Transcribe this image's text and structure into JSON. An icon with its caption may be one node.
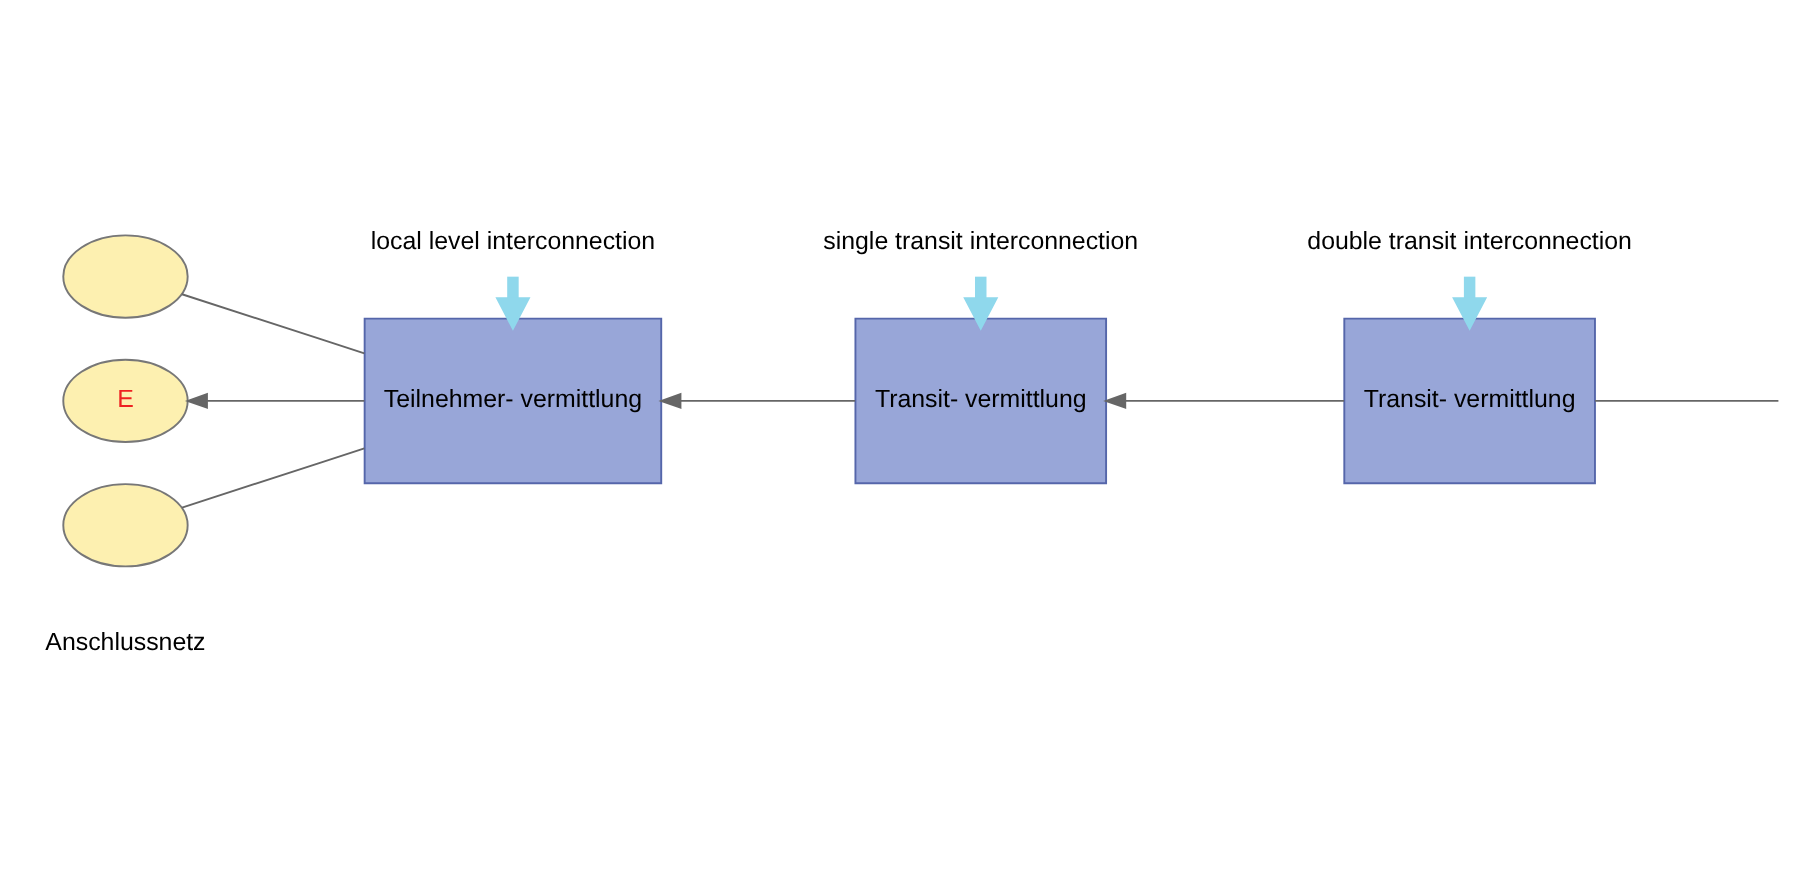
{
  "diagram": {
    "nodes": [
      {
        "text": [],
        "shape": "circle"
      },
      {
        "text": [
          "E"
        ]
      },
      {
        "text": [],
        "shape": "circle"
      },
      {
        "text": [
          "Teilnehmer- vermittlung"
        ]
      },
      {
        "text": [
          "Transit- vermittlung"
        ]
      },
      {
        "text": [
          "Transit- vermittlung"
        ]
      },
      {
        "text": [
          "local level interconnection"
        ]
      },
      {
        "text": [
          "single transit interconnection"
        ]
      },
      {
        "text": [
          "double transit interconnection"
        ]
      }
    ],
    "edges": [
      {
        "from": 3,
        "to": 0,
        "arrow": "none"
      },
      {
        "from": 3,
        "to": 1,
        "arrow": "to"
      },
      {
        "from": 3,
        "to": 2,
        "arrow": "none"
      },
      {
        "from": 4,
        "to": 3,
        "arrow": "to"
      },
      {
        "from": 5,
        "to": 4,
        "arrow": "to"
      },
      {
        "from": null,
        "to": 5,
        "arrow": "none"
      },
      {
        "from": 6,
        "to": 3,
        "arrow": "to",
        "style": "thick",
        "color": "#8fd8ec"
      },
      {
        "from": 7,
        "to": 4,
        "arrow": "to",
        "style": "thick",
        "color": "#8fd8ec"
      },
      {
        "from": 8,
        "to": 5,
        "arrow": "to",
        "style": "thick",
        "color": "#8fd8ec"
      }
    ],
    "labels": [
      "Anschlussnetz"
    ]
  }
}
